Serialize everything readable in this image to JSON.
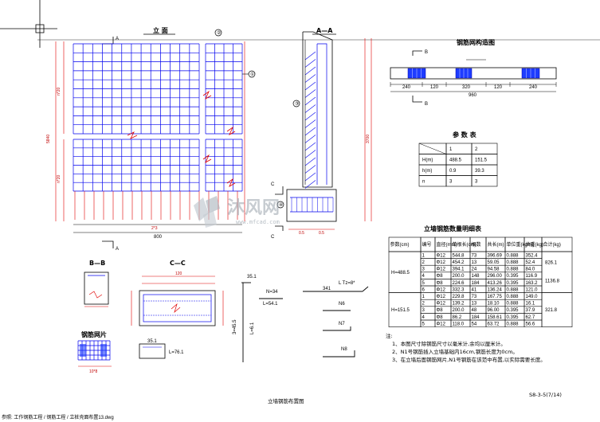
{
  "sheet": {
    "ref": "S8-3-5(7/14)",
    "bottom_title": "立墙钢筋布置图"
  },
  "views": {
    "elevation": {
      "title": "立 面",
      "cut_a": "A",
      "dim_total": "800",
      "dim_inner": "2*3"
    },
    "section_aa": {
      "title": "A—A",
      "cut_c": "C",
      "dim1": "0.5",
      "dim2": "0.5"
    },
    "section_bb": {
      "title": "B—B"
    },
    "section_cc": {
      "title": "C—C",
      "dim": "120"
    },
    "rebar_mesh": {
      "title": "钢筋网片"
    }
  },
  "node_detail": {
    "title": "钢筋网构造图",
    "cut_b": "B",
    "segments": [
      "240",
      "120",
      "320",
      "120",
      "240"
    ],
    "total": "960"
  },
  "param_table": {
    "title": "参 数 表",
    "rows": [
      [
        "",
        "1",
        "2"
      ],
      [
        "H(m)",
        "488.5",
        "151.5"
      ],
      [
        "h(m)",
        "0.9",
        "39.3"
      ],
      [
        "n",
        "3",
        "3"
      ]
    ]
  },
  "qty_table": {
    "title": "立墙钢筋数量明细表",
    "headers": [
      "参数(cm)",
      "编号",
      "直径(mm)",
      "单根长(cm)",
      "根数",
      "共长(m)",
      "单位重(kg/m)",
      "共重(kg)",
      "合计(kg)"
    ],
    "groups": [
      {
        "param": "H=488.5",
        "total_a": "826.1",
        "total_b": "1136.8",
        "rows": [
          [
            "1",
            "Φ12",
            "544.8",
            "73",
            "396.69",
            "0.888",
            "352.4"
          ],
          [
            "2",
            "Φ12",
            "454.2",
            "13",
            "59.05",
            "0.888",
            "52.4"
          ],
          [
            "3",
            "Φ12",
            "394.1",
            "24",
            "94.58",
            "0.888",
            "84.0"
          ],
          [
            "4",
            "Φ8",
            "200.0",
            "148",
            "296.00",
            "0.395",
            "116.9"
          ],
          [
            "5",
            "Φ8",
            "224.6",
            "184",
            "413.26",
            "0.395",
            "163.2"
          ],
          [
            "6",
            "Φ12",
            "332.3",
            "41",
            "136.24",
            "0.888",
            "121.0"
          ]
        ]
      },
      {
        "param": "H=151.5",
        "total_a": "321.8",
        "rows": [
          [
            "1",
            "Φ12",
            "229.8",
            "73",
            "167.75",
            "0.888",
            "149.0"
          ],
          [
            "2",
            "Φ12",
            "139.2",
            "13",
            "18.10",
            "0.888",
            "16.1"
          ],
          [
            "3",
            "Φ8",
            "200.0",
            "48",
            "96.00",
            "0.395",
            "37.9"
          ],
          [
            "4",
            "Φ8",
            "86.2",
            "184",
            "158.61",
            "0.395",
            "62.7"
          ],
          [
            "5",
            "Φ12",
            "118.0",
            "54",
            "63.72",
            "0.888",
            "56.6"
          ]
        ]
      }
    ]
  },
  "notes": {
    "heading": "注:",
    "items": [
      "1、本图尺寸除钢筋尺寸以毫米计,余均以厘米计。",
      "2、N1号钢筋插入立墙基础内16cm,钢筋长度为0cm。",
      "3、在立墙后面钢筋网片,N1号钢筋在该范中布置,以实际需要长度。"
    ]
  },
  "watermark": {
    "brand": "沐风网",
    "url": "www.mfcad.com"
  },
  "footer_partial": "参照: 工作钢筋工程 / 钢筋工程 / 立桩壳面布置13.dwg"
}
